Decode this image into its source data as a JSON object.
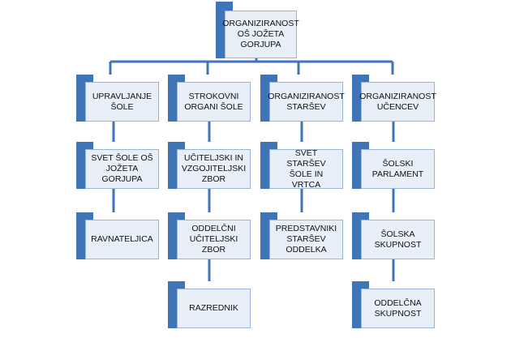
{
  "root": {
    "label": "ORGANIZIRANOST\nOŠ JOŽETA\nGORJUPA"
  },
  "columns": [
    {
      "label": "UPRAVLJANJE\nŠOLE",
      "children": [
        {
          "label": "SVET ŠOLE OŠ\nJOŽETA GORJUPA"
        },
        {
          "label": "RAVNATELJICA"
        }
      ]
    },
    {
      "label": "STROKOVNI\nORGANI ŠOLE",
      "children": [
        {
          "label": "UČITELJSKI IN\nVZGOJITELJSKI\nZBOR"
        },
        {
          "label": "ODDELČNI\nUČITELJSKI ZBOR"
        },
        {
          "label": "RAZREDNIK"
        }
      ]
    },
    {
      "label": "ORGANIZIRANOST\nSTARŠEV",
      "children": [
        {
          "label": "SVET STARŠEV\nŠOLE IN VRTCA"
        },
        {
          "label": "PREDSTAVNIKI\nSTARŠEV ODDELKA"
        }
      ]
    },
    {
      "label": "ORGANIZIRANOST\nUČENCEV",
      "children": [
        {
          "label": "ŠOLSKI\nPARLAMENT"
        },
        {
          "label": "ŠOLSKA SKUPNOST"
        },
        {
          "label": "ODDELČNA\nSKUPNOST"
        }
      ]
    }
  ],
  "colors": {
    "tab": "#3f74b7",
    "card_fill": "#e9eff8",
    "card_border": "#9ab4d6",
    "connector": "#3f74b7",
    "text": "#111111"
  }
}
